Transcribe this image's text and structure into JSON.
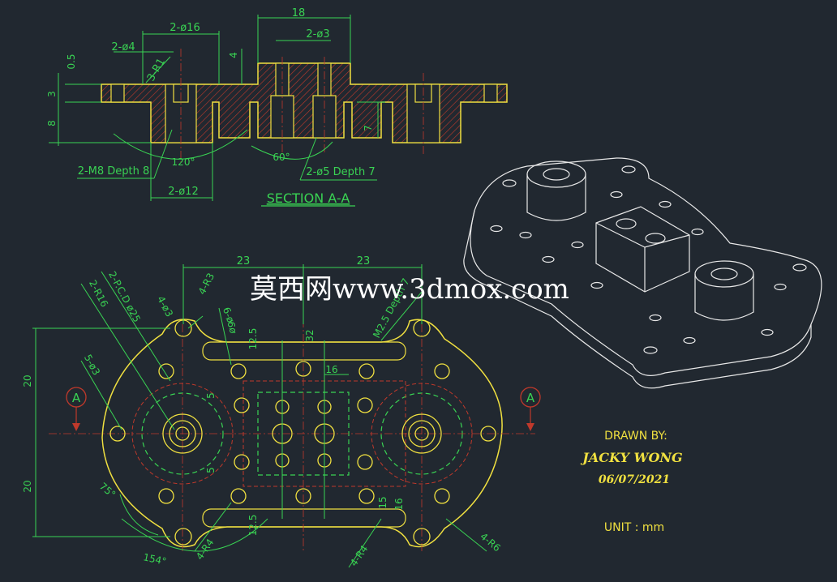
{
  "section": {
    "title": "SECTION A-A",
    "dims": {
      "d18": "18",
      "d16": "2-ø16",
      "d3": "2-ø3",
      "d4": "2-ø4",
      "r1": "3-R1",
      "t05": "0.5",
      "t3": "3",
      "t8": "8",
      "t4": "4",
      "t7": "7",
      "a120": "120°",
      "a60": "60°",
      "m8": "2-M8 Depth 8",
      "d5": "2-ø5 Depth 7",
      "d12": "2-ø12"
    }
  },
  "plan": {
    "dims": {
      "w23a": "23",
      "w23b": "23",
      "pcd": "2-P.C.D ø25",
      "r16": "2-R16",
      "h3a": "4-ø3",
      "r3": "4-R3",
      "d9a": "ø9",
      "d9b": "6-ø",
      "h125a": "12.5",
      "h32": "32",
      "m25": "M2.5 Depth 7",
      "h5a": "5-ø3",
      "h20a": "20",
      "h20b": "20",
      "h16": "16",
      "h5b": "5",
      "h5c": "5",
      "a75": "75°",
      "h125b": "12.5",
      "h15": "15",
      "h16b": "16",
      "r4a": "4-R4",
      "r4b": "4-R4",
      "r6": "4-R6",
      "a154": "154°",
      "labelA1": "A",
      "labelA2": "A"
    }
  },
  "watermark": "莫西网www.3dmox.com",
  "title_block": {
    "drawn_by_label": "DRAWN BY:",
    "author": "JACKY WONG",
    "date": "06/07/2021",
    "unit": "UNIT : mm"
  },
  "colors": {
    "background": "#212830",
    "dimension": "#39d353",
    "outline": "#f0e040",
    "hatch": "#c0392b",
    "iso": "#e8e8e8"
  }
}
